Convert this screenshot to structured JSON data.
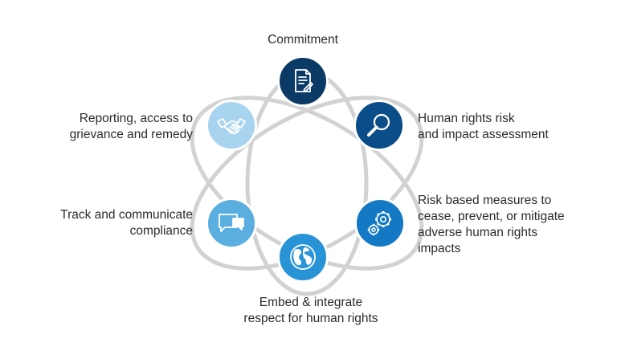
{
  "diagram": {
    "center": "",
    "steps": [
      {
        "id": "commitment",
        "label": "Commitment",
        "icon": "document-pen-icon",
        "color": "#0b3a66"
      },
      {
        "id": "assessment",
        "label": "Human rights risk\nand impact assessment",
        "icon": "magnifying-glass-icon",
        "color": "#0b4d88"
      },
      {
        "id": "measures",
        "label": "Risk based measures to\ncease, prevent, or mitigate\nadverse human rights\nimpacts",
        "icon": "gears-icon",
        "color": "#1479c4"
      },
      {
        "id": "embed",
        "label": "Embed & integrate\nrespect for human rights",
        "icon": "globe-icon",
        "color": "#2893d6"
      },
      {
        "id": "track",
        "label": "Track and communicate\ncompliance",
        "icon": "chat-bubbles-icon",
        "color": "#5aaee0"
      },
      {
        "id": "reporting",
        "label": "Reporting, access to\ngrievance and remedy",
        "icon": "handshake-icon",
        "color": "#a9d4ef"
      }
    ],
    "orbit_color": "#d2d2d2"
  }
}
